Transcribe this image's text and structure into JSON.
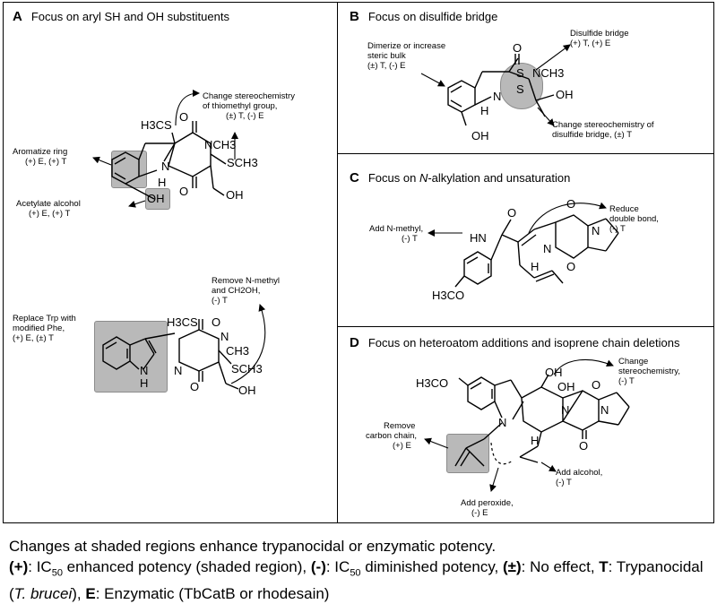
{
  "caption": {
    "line1": "Changes at shaded regions enhance trypanocidal or enzymatic potency.",
    "plus_sym": "(+)",
    "plus_text_pre": ": IC",
    "plus_sub": "50",
    "plus_text_post": " enhanced potency (shaded region), ",
    "minus_sym": "(-)",
    "minus_text_pre": ": IC",
    "minus_sub": "50",
    "minus_text_post": " diminished potency, ",
    "pm_sym": "(±)",
    "pm_text": ": No effect, ",
    "t_sym": "T",
    "t_text_pre": ": Trypanocidal (",
    "t_species": "T. brucei",
    "t_text_post": "), ",
    "e_sym": "E",
    "e_text": ": Enzymatic (TbCatB or rhodesain)"
  },
  "panels": {
    "A": {
      "letter": "A",
      "title": "Focus on aryl SH and OH substituents",
      "notes": {
        "change_stereo": [
          "Change stereochemistry",
          "of thiomethyl group,",
          "(±) T, (-) E"
        ],
        "aromatize": [
          "Aromatize ring",
          "(+) E, (+) T"
        ],
        "acetylate": [
          "Acetylate alcohol",
          "(+) E, (+) T"
        ],
        "remove_nmethyl": [
          "Remove N-methyl",
          "and CH2OH,",
          "(-) T"
        ],
        "replace_trp": [
          "Replace Trp with",
          "modified Phe,",
          "(+) E, (±) T"
        ]
      },
      "atoms": {
        "h3cs": "H3CS",
        "o": "O",
        "nch3": "NCH3",
        "n": "N",
        "h": "H",
        "sch3": "SCH3",
        "oh": "OH",
        "oh_box": "OH",
        "nh": "N",
        "h_nh": "H",
        "ch3": "CH3"
      }
    },
    "B": {
      "letter": "B",
      "title": "Focus on disulfide bridge",
      "notes": {
        "dimerize": [
          "Dimerize or increase",
          "steric bulk",
          "(±) T, (-) E"
        ],
        "bridge": [
          "Disulfide bridge",
          "(+) T, (+) E"
        ],
        "change_stereo": [
          "Change stereochemistry of",
          "disulfide bridge, (±) T"
        ]
      },
      "atoms": {
        "o": "O",
        "s1": "S",
        "s2": "S",
        "nch3": "NCH3",
        "n": "N",
        "h": "H",
        "oh": "OH",
        "oh2": "OH"
      }
    },
    "C": {
      "letter": "C",
      "title_pre": "Focus on ",
      "title_italic": "N",
      "title_post": "-alkylation and unsaturation",
      "notes": {
        "add_methyl": [
          "Add N-methyl,",
          "(-) T"
        ],
        "reduce": [
          "Reduce",
          "double bond,",
          "(-) T"
        ]
      },
      "atoms": {
        "o1": "O",
        "o2": "O",
        "o3": "O",
        "hn": "HN",
        "n1": "N",
        "n2": "N",
        "h": "H",
        "h3co": "H3CO"
      }
    },
    "D": {
      "letter": "D",
      "title": "Focus on heteroatom additions and isoprene chain deletions",
      "notes": {
        "change_stereo": [
          "Change",
          "stereochemistry,",
          "(-) T"
        ],
        "remove_chain": [
          "Remove",
          "carbon chain,",
          "(+) E"
        ],
        "add_alcohol": [
          "Add alcohol,",
          "(-) T"
        ],
        "add_peroxide": [
          "Add peroxide,",
          "(-) E"
        ]
      },
      "atoms": {
        "h3co": "H3CO",
        "oh1": "OH",
        "oh2": "OH",
        "o1": "O",
        "o2": "O",
        "n1": "N",
        "n2": "N",
        "n3": "N",
        "h": "H"
      }
    }
  }
}
